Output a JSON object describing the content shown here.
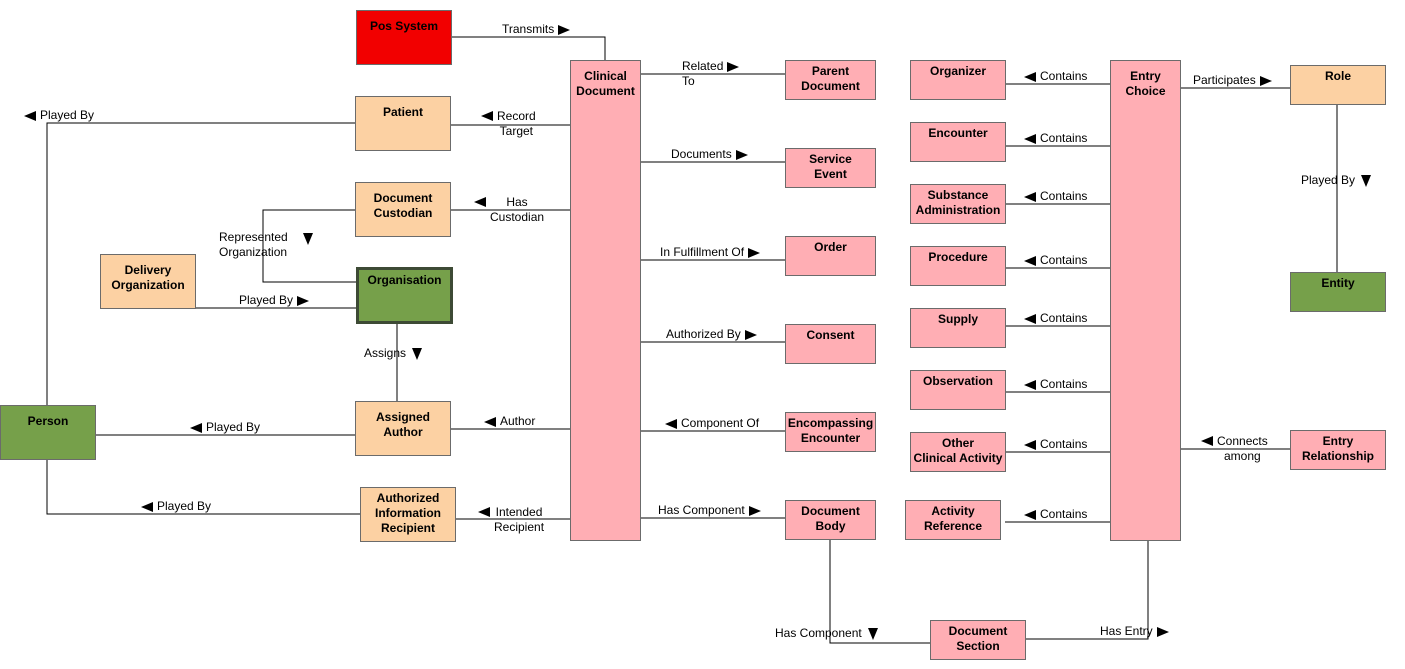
{
  "nodes": {
    "pos_system": "Pos System",
    "patient": "Patient",
    "document_custodian": "Document\nCustodian",
    "delivery_organization": "Delivery\nOrganization",
    "organisation": "Organisation",
    "person": "Person",
    "assigned_author": "Assigned\nAuthor",
    "authorized_information_recipient": "Authorized\nInformation\nRecipient",
    "clinical_document": "Clinical\nDocument",
    "parent_document": "Parent\nDocument",
    "service_event": "Service\nEvent",
    "order": "Order",
    "consent": "Consent",
    "encompassing_encounter": "Encompassing\nEncounter",
    "document_body": "Document\nBody",
    "document_section": "Document\nSection",
    "organizer": "Organizer",
    "encounter": "Encounter",
    "substance_administration": "Substance\nAdministration",
    "procedure": "Procedure",
    "supply": "Supply",
    "observation": "Observation",
    "other_clinical_activity": "Other\nClinical Activity",
    "activity_reference": "Activity\nReference",
    "entry_choice": "Entry\nChoice",
    "role": "Role",
    "entity": "Entity",
    "entry_relationship": "Entry\nRelationship"
  },
  "edges": {
    "transmits": "Transmits",
    "played_by_patient": "Played By",
    "record_target": "Record\nTarget",
    "has_custodian": "Has\nCustodian",
    "represented_organization": "Represented\nOrganization",
    "played_by_delivery": "Played By",
    "assigns": "Assigns",
    "played_by_author": "Played By",
    "author": "Author",
    "played_by_recipient": "Played By",
    "intended_recipient": "Intended\nRecipient",
    "related_to_1": "Related",
    "related_to_2": "To",
    "documents": "Documents",
    "in_fulfillment_of": "In Fulfillment Of",
    "authorized_by": "Authorized By",
    "component_of": "Component Of",
    "has_component_body": "Has Component",
    "has_component_section": "Has Component",
    "has_entry": "Has Entry",
    "contains": "Contains",
    "participates": "Participates",
    "played_by_role": "Played By",
    "connects_among": "Connects\namong"
  },
  "colors": {
    "red": "#f20000",
    "peach": "#fcd1a3",
    "pink": "#ffaeb4",
    "green": "#76a04a"
  }
}
